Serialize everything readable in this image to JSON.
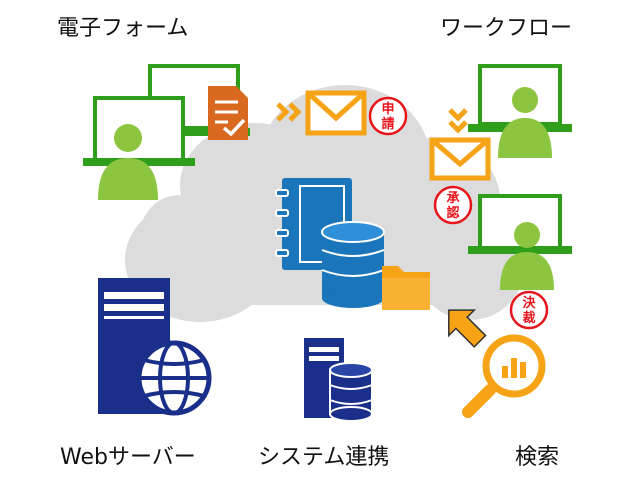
{
  "labels": {
    "electronic_form": "電子フォーム",
    "workflow": "ワークフロー",
    "web_server": "Webサーバー",
    "system_integration": "システム連携",
    "search": "検索"
  },
  "seals": {
    "apply": [
      "申",
      "請"
    ],
    "approve": [
      "承",
      "認"
    ],
    "decide": [
      "決",
      "裁"
    ]
  },
  "colors": {
    "green": "#2f9e1a",
    "green_light": "#8cc641",
    "orange_doc": "#d9691f",
    "envelope": "#f6a316",
    "cloud": "#dcdcdc",
    "blue": "#1b75bb",
    "navy": "#1a2f8a",
    "seal_red": "#e8141c",
    "arrow_gray": "#333333"
  },
  "icons": [
    "person-monitor-icon",
    "document-check-icon",
    "envelope-icon",
    "hanko-seal-icon",
    "cloud-icon",
    "binder-icon",
    "database-icon",
    "folder-icon",
    "server-icon",
    "globe-icon",
    "magnifier-icon",
    "arrow-icon"
  ]
}
